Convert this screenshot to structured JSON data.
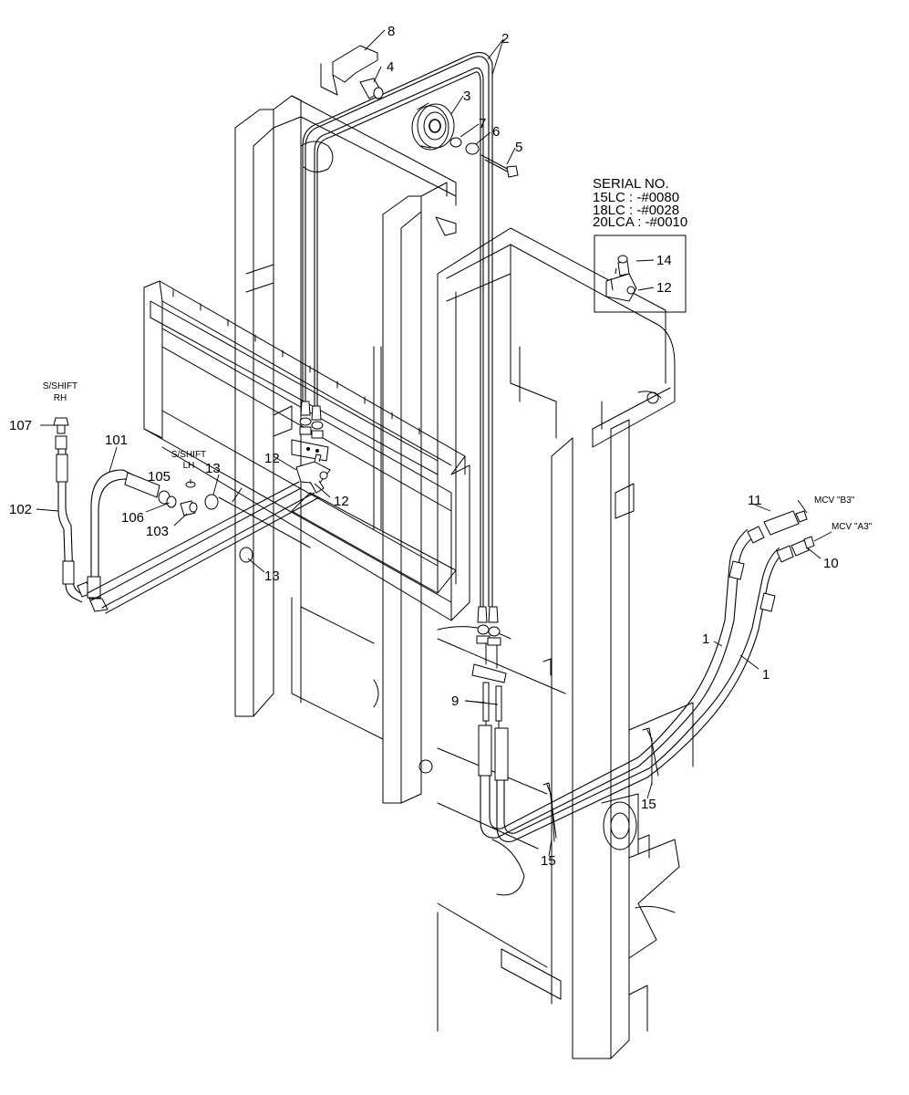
{
  "callouts": {
    "c1a": "1",
    "c1b": "1",
    "c2": "2",
    "c3": "3",
    "c4": "4",
    "c5": "5",
    "c6": "6",
    "c7": "7",
    "c8": "8",
    "c9": "9",
    "c10": "10",
    "c11": "11",
    "c12a": "12",
    "c12b": "12",
    "c12c": "12",
    "c13a": "13",
    "c13b": "13",
    "c14": "14",
    "c15a": "15",
    "c15b": "15",
    "c101": "101",
    "c102": "102",
    "c103": "103",
    "c105": "105",
    "c106": "106",
    "c107": "107"
  },
  "labels": {
    "sshift_rh_line1": "S/SHIFT",
    "sshift_rh_line2": "RH",
    "sshift_lh_line1": "S/SHIFT",
    "sshift_lh_line2": "LH",
    "mcv_b3": "MCV \"B3\"",
    "mcv_a3": "MCV \"A3\""
  },
  "serial_box": {
    "title": "SERIAL NO.",
    "line1": "15LC : -#0080",
    "line2": "18LC : -#0028",
    "line3": "20LCA : -#0010"
  }
}
